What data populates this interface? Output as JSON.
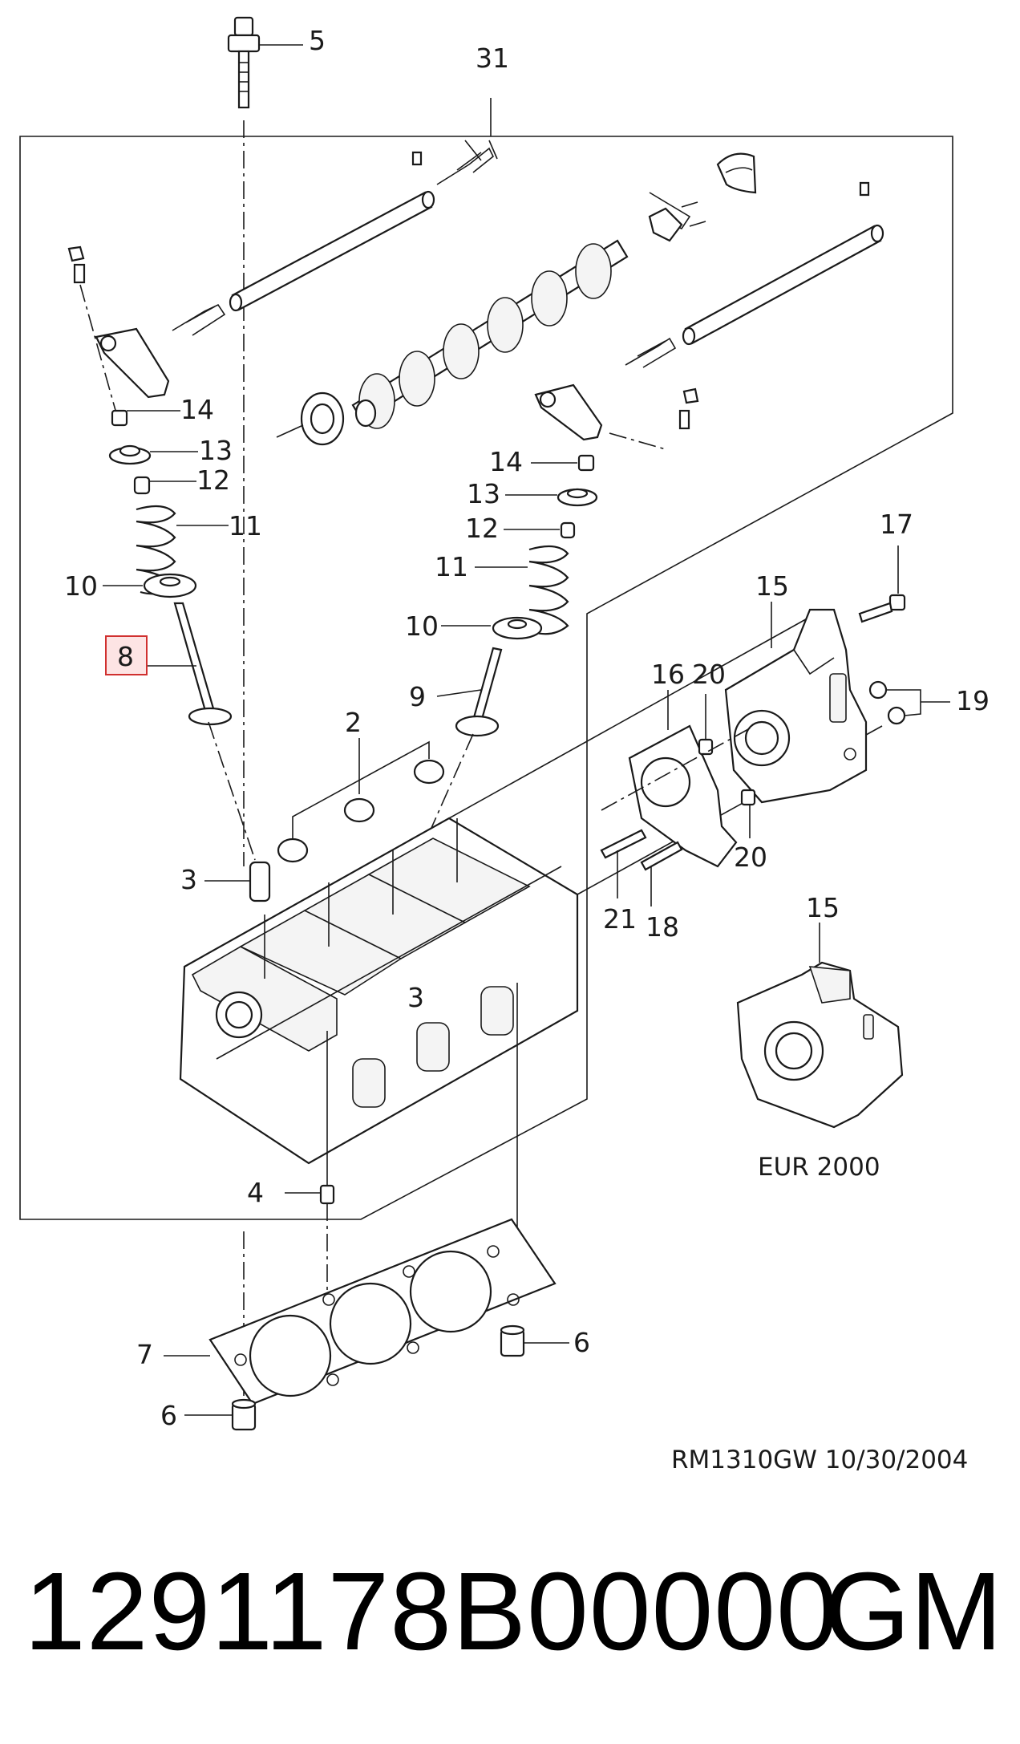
{
  "callouts": {
    "c5": "5",
    "c31": "31",
    "c14a": "14",
    "c13a": "13",
    "c12a": "12",
    "c11a": "11",
    "c10a": "10",
    "c8": "8",
    "c14b": "14",
    "c13b": "13",
    "c12b": "12",
    "c11b": "11",
    "c10b": "10",
    "c9": "9",
    "c2": "2",
    "c3a": "3",
    "c3b": "3",
    "c4": "4",
    "c7": "7",
    "c6a": "6",
    "c6b": "6",
    "c17": "17",
    "c15a": "15",
    "c16": "16",
    "c20a": "20",
    "c19": "19",
    "c20b": "20",
    "c21": "21",
    "c18": "18",
    "c15b": "15"
  },
  "variant_label": "EUR 2000",
  "drawing_ref": "RM1310GW  10/30/2004",
  "part_number": "1291178B00000",
  "brand": "GM",
  "highlight_color": "#d0302f"
}
